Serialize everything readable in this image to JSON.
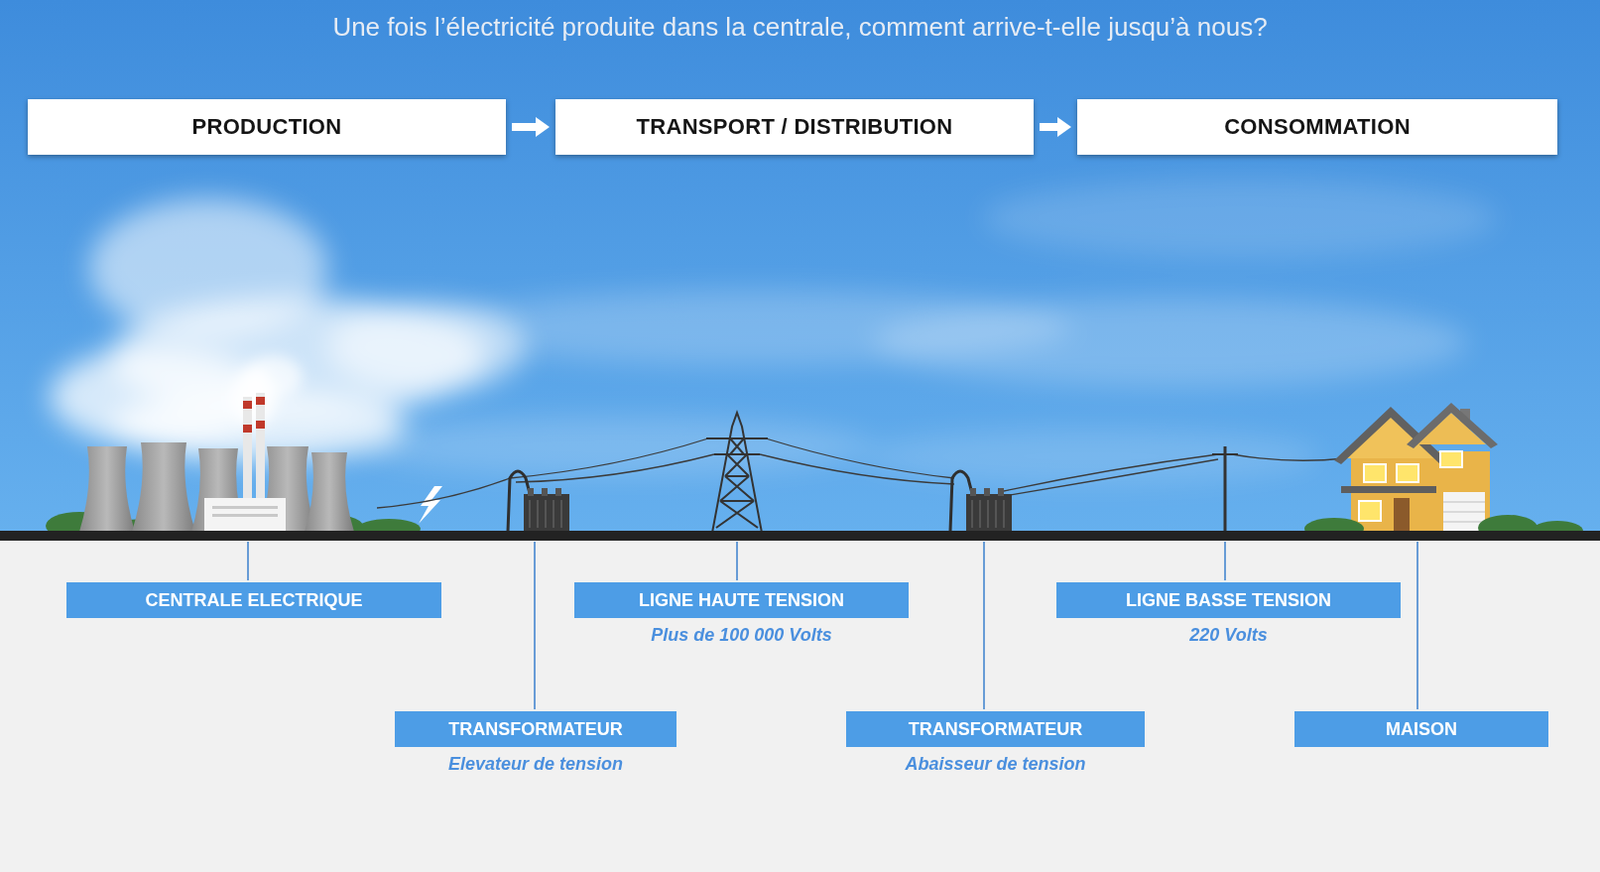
{
  "diagram": {
    "title": "Une fois l’électricité produite dans la centrale, comment arrive-t-elle jusqu’à nous?",
    "nodes": [
      {
        "text": [
          "PRODUCTION"
        ]
      },
      {
        "text": [
          "TRANSPORT / DISTRIBUTION"
        ]
      },
      {
        "text": [
          "CONSOMMATION"
        ]
      },
      {
        "text": [
          "CENTRALE ELECTRIQUE"
        ]
      },
      {
        "text": [
          "LIGNE HAUTE TENSION",
          "Plus de 100 000 Volts"
        ]
      },
      {
        "text": [
          "LIGNE BASSE TENSION",
          "220 Volts"
        ]
      },
      {
        "text": [
          "TRANSFORMATEUR",
          "Elevateur de tension"
        ]
      },
      {
        "text": [
          "TRANSFORMATEUR",
          "Abaisseur de tension"
        ]
      },
      {
        "text": [
          "MAISON"
        ]
      }
    ],
    "edges": [
      {
        "from": 0,
        "to": 1,
        "arrow": "to"
      },
      {
        "from": 1,
        "to": 2,
        "arrow": "to"
      }
    ]
  }
}
